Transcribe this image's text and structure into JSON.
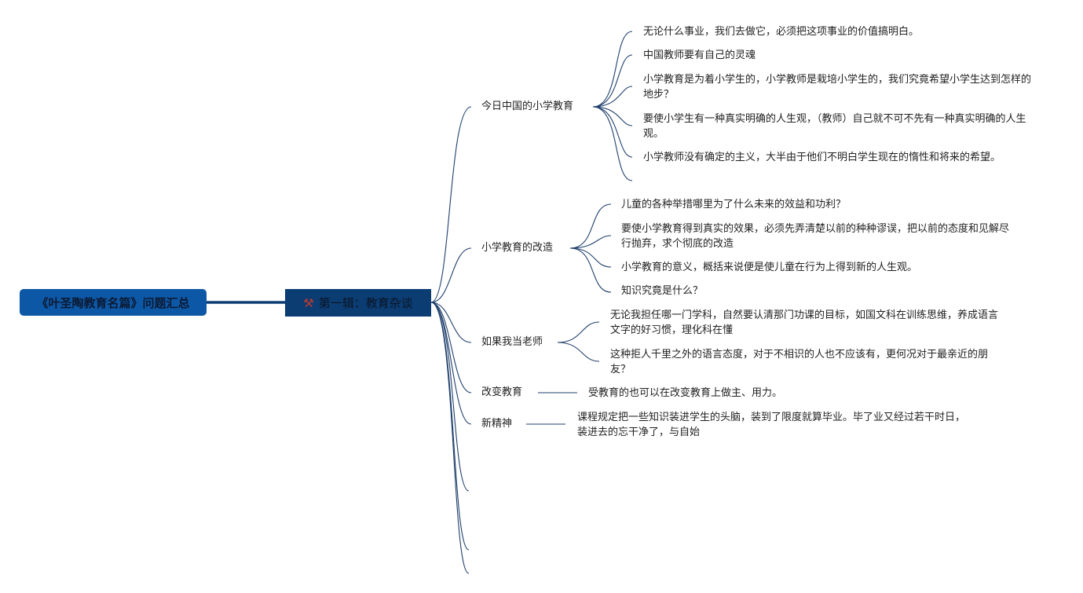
{
  "root": {
    "label": "《叶圣陶教育名篇》问题汇总"
  },
  "main_branch": {
    "label": "第一辑：教育杂谈",
    "icon": "tools-icon"
  },
  "colors": {
    "root_fill": "#0d58a6",
    "branch_fill": "#0b3d73",
    "edge": "#1f3f6b"
  },
  "topics": [
    {
      "label": "今日中国的小学教育",
      "leaves": [
        "无论什么事业，我们去做它，必须把这项事业的价值搞明白。",
        "中国教师要有自己的灵魂",
        "小学教育是为着小学生的，小学教师是栽培小学生的，我们究竟希望小学生达到怎样的地步？",
        "要使小学生有一种真实明确的人生观，（教师）自己就不可不先有一种真实明确的人生观。",
        "小学教师没有确定的主义，大半由于他们不明白学生现在的惰性和将来的希望。"
      ]
    },
    {
      "label": "小学教育的改造",
      "leaves": [
        "儿童的各种举措哪里为了什么未来的效益和功利？",
        "要使小学教育得到真实的效果，必须先弄清楚以前的种种谬误，把以前的态度和见解尽行抛弃，求个彻底的改造",
        "小学教育的意义，概括来说便是使儿童在行为上得到新的人生观。",
        "知识究竟是什么？"
      ]
    },
    {
      "label": "如果我当老师",
      "leaves": [
        "无论我担任哪一门学科，自然要认清那门功课的目标，如国文科在训练思维，养成语言文字的好习惯，理化科在懂",
        "这种拒人千里之外的语言态度，对于不相识的人也不应该有，更何况对于最亲近的朋友？"
      ]
    },
    {
      "label": "改变教育",
      "leaves": [
        "受教育的也可以在改变教育上做主、用力。"
      ]
    },
    {
      "label": "新精神",
      "leaves": [
        "课程规定把一些知识装进学生的头脑，装到了限度就算毕业。毕了业又经过若干时日，装进去的忘干净了，与自始"
      ]
    }
  ]
}
